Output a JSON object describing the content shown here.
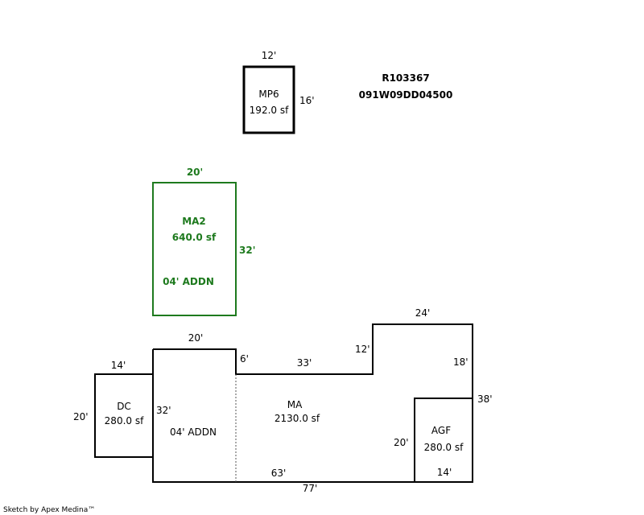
{
  "parcel": {
    "account": "R103367",
    "map_number": "091W09DD04500"
  },
  "footer": {
    "credit": "Sketch by Apex Medina™"
  },
  "colors": {
    "main": "#000000",
    "ma2": "#1e7a1e"
  },
  "areas": {
    "mp6": {
      "code": "MP6",
      "area": "192.0 sf",
      "width": "12'",
      "height": "16'"
    },
    "ma2": {
      "code": "MA2",
      "area": "640.0 sf",
      "width": "20'",
      "height": "32'",
      "note": "04' ADDN"
    },
    "dc": {
      "code": "DC",
      "area": "280.0 sf",
      "width": "14'",
      "height": "20'"
    },
    "addn": {
      "label": "04' ADDN",
      "width": "20'",
      "height": "32'"
    },
    "ma": {
      "code": "MA",
      "area": "2130.0 sf",
      "dims": {
        "step": "6'",
        "top": "33'",
        "rise": "12'",
        "upper": "24'",
        "right_upper": "18'",
        "right": "38'",
        "bottom_inner": "63'",
        "bottom": "77'"
      }
    },
    "agf": {
      "code": "AGF",
      "area": "280.0 sf",
      "width": "14'",
      "height": "20'"
    }
  }
}
